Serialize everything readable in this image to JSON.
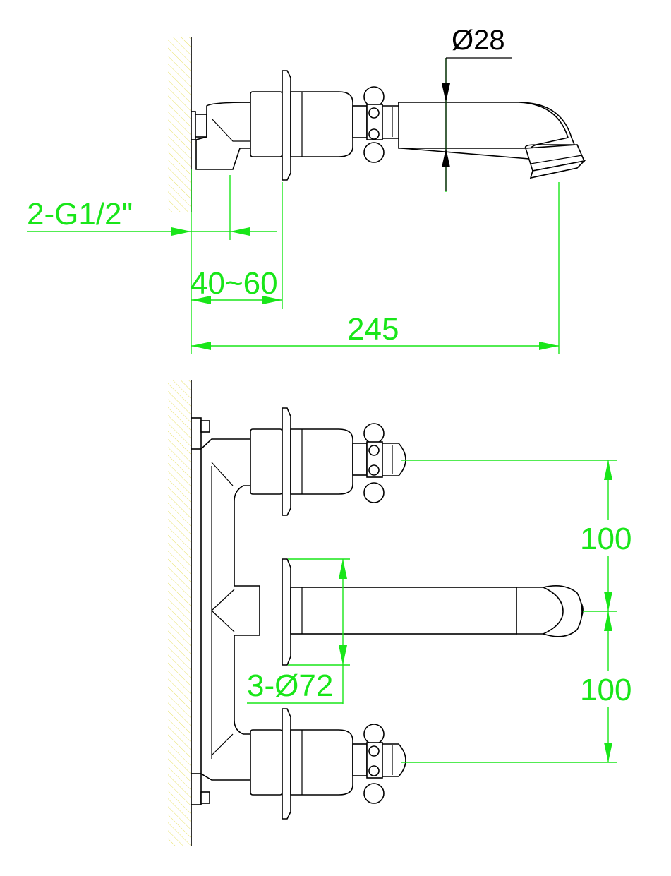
{
  "labels": {
    "outer_diameter": "Ø28",
    "connection": "2-G1/2\"",
    "wall_depth": "40~60",
    "projection": "245",
    "spacing_top": "100",
    "spacing_bottom": "100",
    "flange_diameter": "3-Ø72"
  },
  "colors": {
    "dimension": "#19e619",
    "outline": "#000000",
    "wall_hatch": "#e9e26a"
  }
}
